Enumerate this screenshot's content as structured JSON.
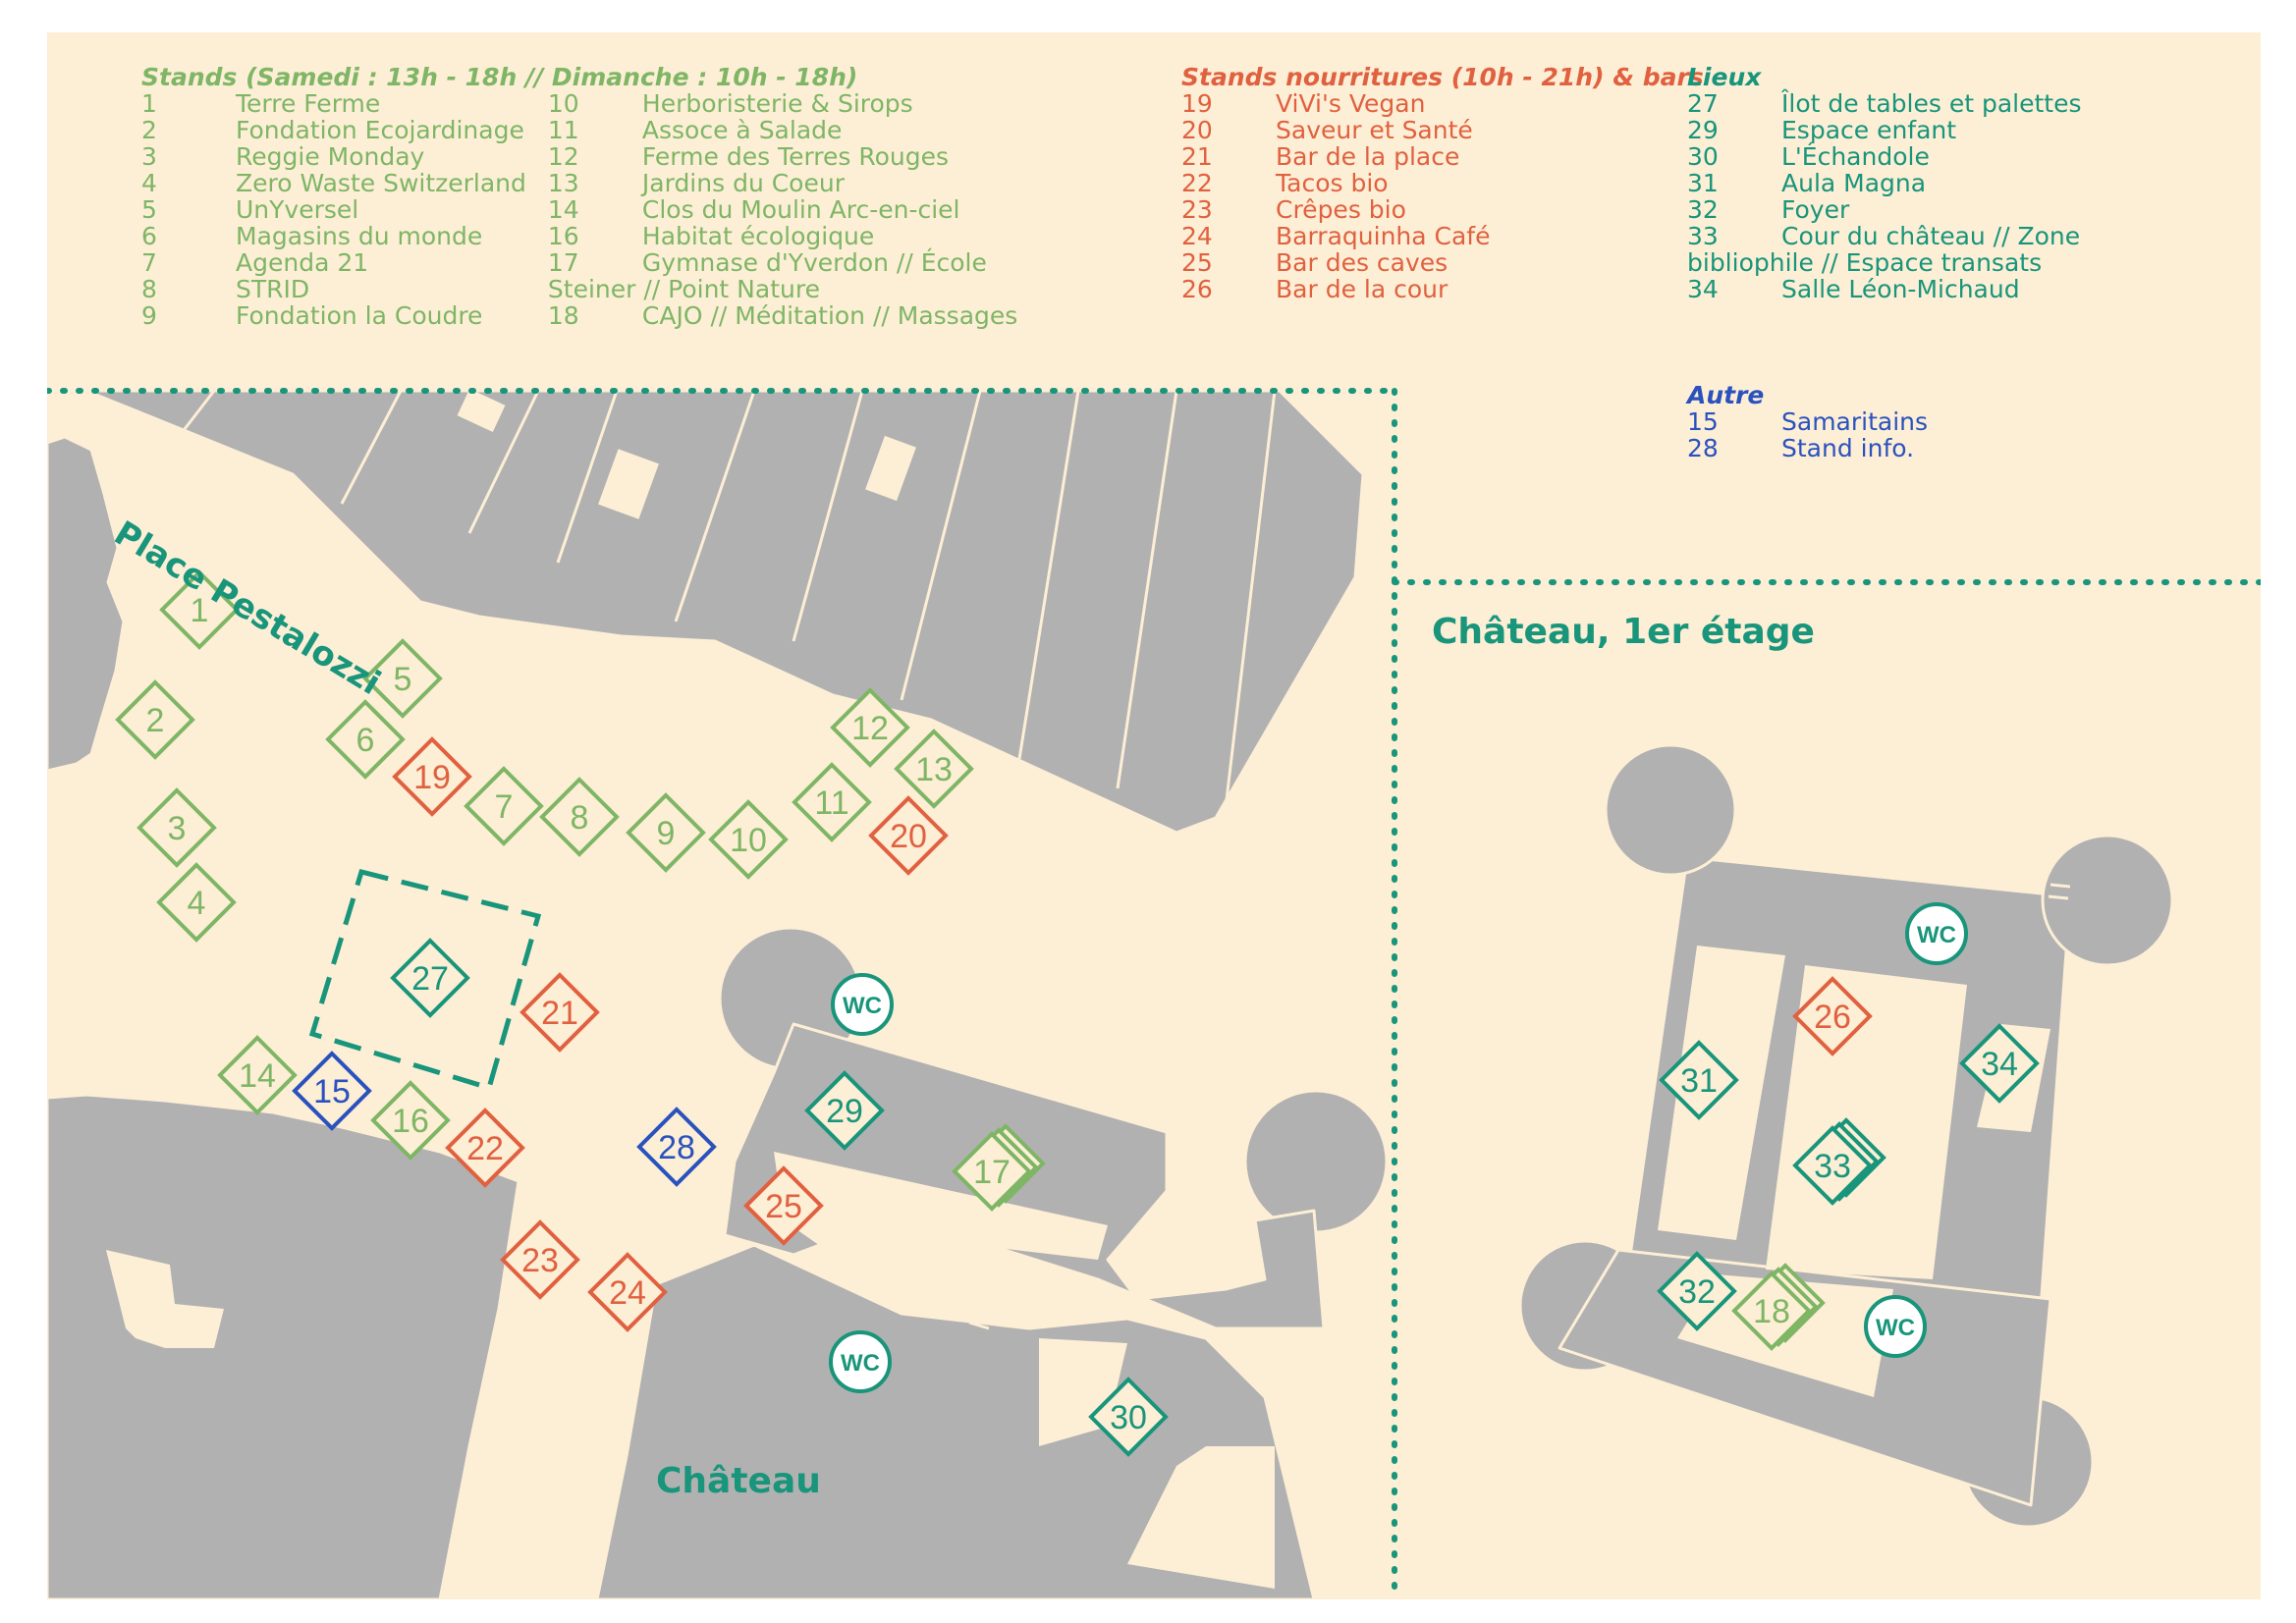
{
  "colors": {
    "background": "#fdeed6",
    "building": "#b1b1b1",
    "stand_green": "#7eb665",
    "food_red": "#e0613f",
    "place_teal": "#18957a",
    "other_blue": "#2a52be"
  },
  "legend": {
    "stands": {
      "title": "Stands (Samedi : 13h - 18h // Dimanche : 10h - 18h)",
      "col1": [
        {
          "num": "1",
          "name": "Terre Ferme"
        },
        {
          "num": "2",
          "name": "Fondation Ecojardinage"
        },
        {
          "num": "3",
          "name": "Reggie Monday"
        },
        {
          "num": "4",
          "name": "Zero Waste Switzerland"
        },
        {
          "num": "5",
          "name": "UnYversel"
        },
        {
          "num": "6",
          "name": "Magasins du monde"
        },
        {
          "num": "7",
          "name": "Agenda 21"
        },
        {
          "num": "8",
          "name": "STRID"
        },
        {
          "num": "9",
          "name": "Fondation la Coudre"
        }
      ],
      "col2": [
        {
          "num": "10",
          "name": "Herboristerie & Sirops"
        },
        {
          "num": "11",
          "name": "Assoce à Salade"
        },
        {
          "num": "12",
          "name": "Ferme des Terres Rouges"
        },
        {
          "num": "13",
          "name": "Jardins du Coeur"
        },
        {
          "num": "14",
          "name": "Clos du Moulin Arc-en-ciel"
        },
        {
          "num": "16",
          "name": "Habitat écologique"
        },
        {
          "num": "17",
          "name": "Gymnase d'Yverdon // École"
        },
        {
          "num": "",
          "name": "Steiner // Point Nature"
        },
        {
          "num": "18",
          "name": "CAJO // Méditation // Massages"
        }
      ]
    },
    "food": {
      "title": "Stands nourritures (10h - 21h) & bars",
      "items": [
        {
          "num": "19",
          "name": "ViVi's Vegan"
        },
        {
          "num": "20",
          "name": "Saveur et Santé"
        },
        {
          "num": "21",
          "name": "Bar de la place"
        },
        {
          "num": "22",
          "name": "Tacos bio"
        },
        {
          "num": "23",
          "name": "Crêpes bio"
        },
        {
          "num": "24",
          "name": "Barraquinha Café"
        },
        {
          "num": "25",
          "name": "Bar des caves"
        },
        {
          "num": "26",
          "name": "Bar de la cour"
        }
      ]
    },
    "places": {
      "title": "Lieux",
      "items": [
        {
          "num": "27",
          "name": "Îlot de tables et palettes"
        },
        {
          "num": "29",
          "name": "Espace enfant"
        },
        {
          "num": "30",
          "name": "L'Échandole"
        },
        {
          "num": "31",
          "name": "Aula Magna"
        },
        {
          "num": "32",
          "name": "Foyer"
        },
        {
          "num": "33",
          "name": "Cour du château // Zone"
        },
        {
          "num": "",
          "name": "bibliophile // Espace transats"
        },
        {
          "num": "34",
          "name": "Salle Léon-Michaud"
        }
      ]
    },
    "other": {
      "title": "Autre",
      "items": [
        {
          "num": "15",
          "name": "Samaritains"
        },
        {
          "num": "28",
          "name": "Stand info."
        }
      ]
    }
  },
  "labels": {
    "place_pestalozzi": "Place Pestalozzi",
    "chateau": "Château",
    "chateau_floor": "Château, 1er étage",
    "wc": "WC"
  },
  "markers": {
    "green": [
      "1",
      "2",
      "3",
      "4",
      "5",
      "6",
      "7",
      "8",
      "9",
      "10",
      "11",
      "12",
      "13",
      "14",
      "16",
      "17",
      "18"
    ],
    "red": [
      "19",
      "20",
      "21",
      "22",
      "23",
      "24",
      "25",
      "26"
    ],
    "teal": [
      "27",
      "29",
      "30",
      "31",
      "32",
      "33",
      "34"
    ],
    "blue": [
      "15",
      "28"
    ]
  }
}
